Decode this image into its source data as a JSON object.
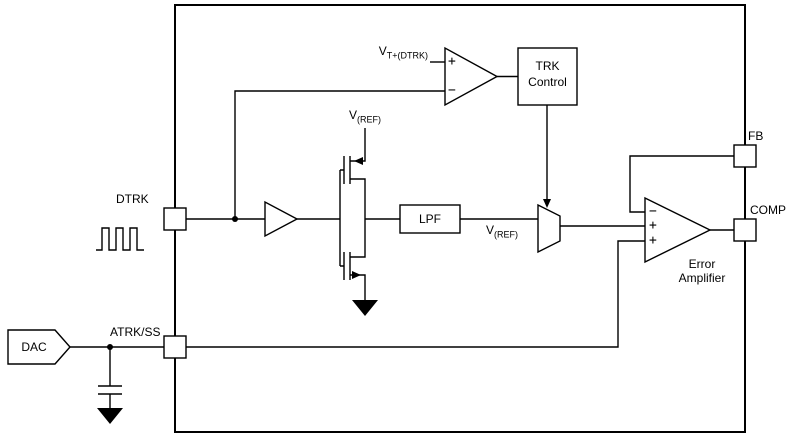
{
  "pins": {
    "dtrk": "DTRK",
    "atrk_ss": "ATRK/SS",
    "fb": "FB",
    "comp": "COMP"
  },
  "blocks": {
    "dac": "DAC",
    "trk_control": {
      "line1": "TRK",
      "line2": "Control"
    },
    "lpf": "LPF",
    "error_amplifier": {
      "line1": "Error",
      "line2": "Amplifier"
    }
  },
  "signals": {
    "vt_dtrk": {
      "base": "V",
      "sub": "T+(DTRK)"
    },
    "vref_internal": {
      "base": "V",
      "sub": "(REF)"
    },
    "vref_mux_input": {
      "base": "V",
      "sub": "(REF)"
    }
  },
  "amp_inputs": {
    "comparator": {
      "noninverting": "+",
      "inverting": "−"
    },
    "error_amplifier": {
      "inverting": "−",
      "noninverting_1": "+",
      "noninverting_2": "+"
    }
  },
  "colors": {
    "line": "#000000",
    "background": "#ffffff"
  }
}
